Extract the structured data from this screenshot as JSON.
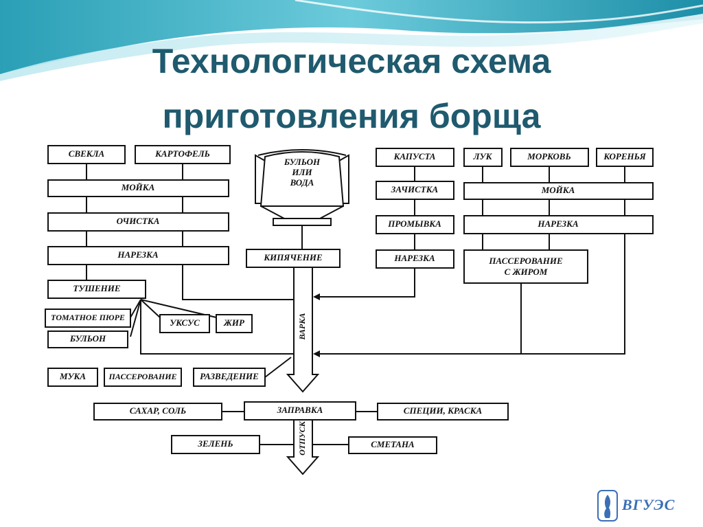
{
  "slide": {
    "title_line1": "Технологическая схема",
    "title_line2": "приготовления борща"
  },
  "diagram": {
    "nodes": {
      "svekla": "СВЕКЛА",
      "kartofel": "КАРТОФЕЛЬ",
      "moyka_left": "МОЙКА",
      "ochistka": "ОЧИСТКА",
      "narezka_left": "НАРЕЗКА",
      "tushenie": "ТУШЕНИЕ",
      "tomatnoe_pyure": "ТОМАТНОЕ ПЮРЕ",
      "bulon_small": "БУЛЬОН",
      "uksus": "УКСУС",
      "zhir": "ЖИР",
      "muka": "МУКА",
      "passerovanie_small": "ПАССЕРОВАНИЕ",
      "razvedenie": "РАЗВЕДЕНИЕ",
      "tank_line1": "БУЛЬОН",
      "tank_line2": "ИЛИ",
      "tank_line3": "ВОДА",
      "kipyachenie": "КИПЯЧЕНИЕ",
      "varka": "ВАРКА",
      "kapusta": "КАПУСТА",
      "zachistka": "ЗАЧИСТКА",
      "promyvka": "ПРОМЫВКА",
      "narezka_cab": "НАРЕЗКА",
      "luk": "ЛУК",
      "morkov": "МОРКОВЬ",
      "korenya": "КОРЕНЬЯ",
      "moyka_right": "МОЙКА",
      "narezka_right": "НАРЕЗКА",
      "passerovanie_line1": "ПАССЕРОВАНИЕ",
      "passerovanie_line2": "С ЖИРОМ",
      "sahar_sol": "САХАР, СОЛЬ",
      "zapravka": "ЗАПРАВКА",
      "specii_kraska": "СПЕЦИИ, КРАСКА",
      "zelen": "ЗЕЛЕНЬ",
      "smetana": "СМЕТАНА",
      "otpusk": "ОТПУСК"
    }
  },
  "logo": {
    "text": "ВГУЭС"
  },
  "colors": {
    "title": "#1f5a6e",
    "wave_dark": "#1d8fa8",
    "wave_light": "#8fd3e0",
    "logo": "#3a6fb5"
  }
}
